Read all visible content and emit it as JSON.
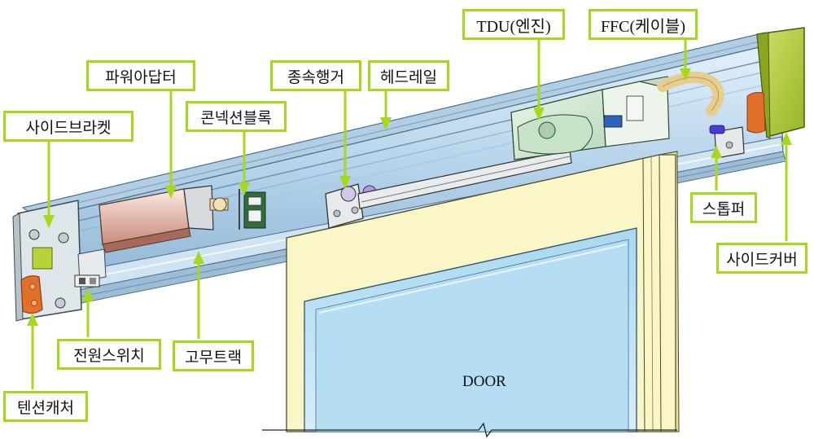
{
  "labels": {
    "tdu": "TDU(엔진)",
    "ffc": "FFC(케이블)",
    "power_adapter": "파워아답터",
    "follower_hanger": "종속행거",
    "head_rail": "헤드레일",
    "side_bracket": "사이드브라켓",
    "connection_block": "콘넥션블록",
    "stopper": "스톱퍼",
    "side_cover": "사이드커버",
    "power_switch": "전원스위치",
    "rubber_track": "고무트랙",
    "tension_catcher": "텐션캐처",
    "door": "DOOR"
  },
  "colors": {
    "callout_border": "#a8d81e",
    "rail_body": "#b9d6ec",
    "rail_edge": "#5d7f9a",
    "door_frame": "#fbf6c8",
    "door_glass": "#bfe3f5",
    "side_cover": "#b6cf3e",
    "orange_part": "#e2702a",
    "engine": "#d9ecd9"
  }
}
